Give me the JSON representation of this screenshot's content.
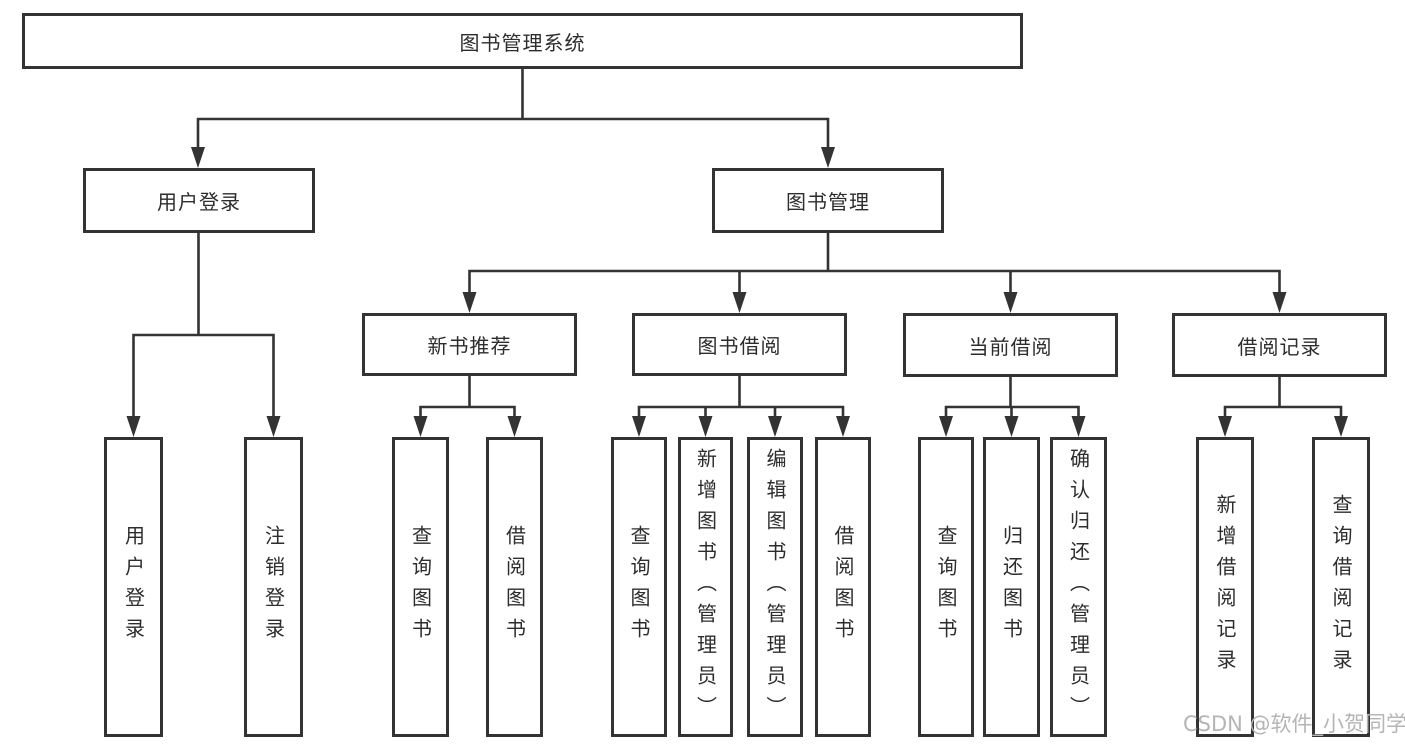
{
  "diagram": {
    "title": "图书管理系统",
    "type": "hierarchy-tree",
    "root": {
      "label": "图书管理系统"
    },
    "branches": [
      {
        "label": "用户登录",
        "children": [
          {
            "label": "用户登录"
          },
          {
            "label": "注销登录"
          }
        ]
      },
      {
        "label": "图书管理",
        "children": [
          {
            "label": "新书推荐",
            "children": [
              {
                "label": "查询图书"
              },
              {
                "label": "借阅图书"
              }
            ]
          },
          {
            "label": "图书借阅",
            "children": [
              {
                "label": "查询图书"
              },
              {
                "label": "新增图书（管理员）"
              },
              {
                "label": "编辑图书（管理员）"
              },
              {
                "label": "借阅图书"
              }
            ]
          },
          {
            "label": "当前借阅",
            "children": [
              {
                "label": "查询图书"
              },
              {
                "label": "归还图书"
              },
              {
                "label": "确认归还（管理员）"
              }
            ]
          },
          {
            "label": "借阅记录",
            "children": [
              {
                "label": "新增借阅记录"
              },
              {
                "label": "查询借阅记录"
              }
            ]
          }
        ]
      }
    ],
    "colors": {
      "line": "#333333",
      "box_border": "#333333",
      "box_background": "#ffffff",
      "text": "#2d2d2d",
      "watermark": "#b5b5b5"
    }
  },
  "watermark": {
    "text": "CSDN @软件_小贺同学"
  }
}
